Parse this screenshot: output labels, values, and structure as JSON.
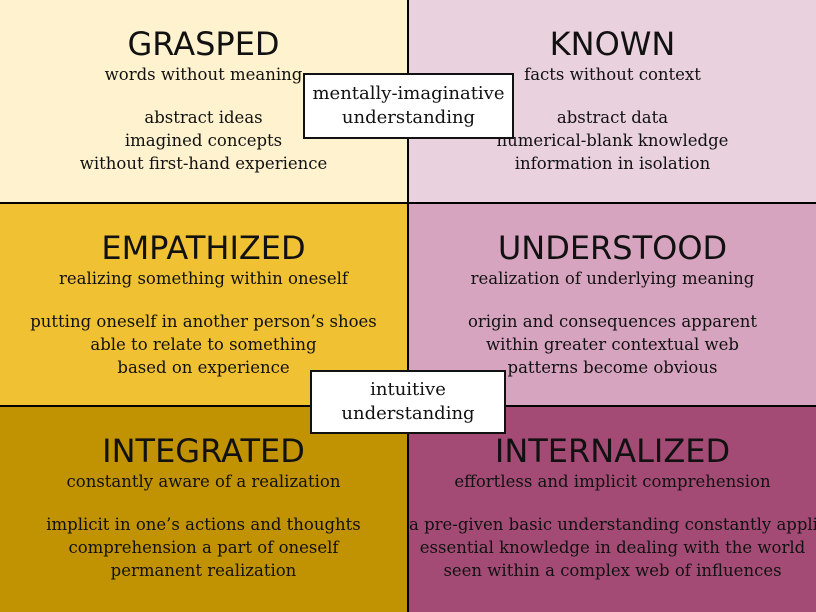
{
  "quadrants": [
    {
      "title": "GRASPED",
      "subtitle": "words without meaning",
      "lines": [
        "abstract ideas",
        "imagined concepts",
        "without first-hand experience"
      ]
    },
    {
      "title": "KNOWN",
      "subtitle": "facts without context",
      "lines": [
        "abstract data",
        "numerical-blank knowledge",
        "information in isolation"
      ]
    },
    {
      "title": "EMPATHIZED",
      "subtitle": "realizing something within oneself",
      "lines": [
        "putting oneself in another person’s shoes",
        "able to relate to something",
        "based on experience"
      ]
    },
    {
      "title": "UNDERSTOOD",
      "subtitle": "realization of underlying meaning",
      "lines": [
        "origin and consequences apparent",
        "within greater contextual web",
        "patterns become obvious"
      ]
    },
    {
      "title": "INTEGRATED",
      "subtitle": "constantly aware of a realization",
      "lines": [
        "implicit in one’s actions and thoughts",
        "comprehension a part of oneself",
        "permanent realization"
      ]
    },
    {
      "title": "INTERNALIZED",
      "subtitle": "effortless and implicit comprehension",
      "lines": [
        "a pre-given basic understanding constantly applied",
        "essential knowledge in dealing with the world",
        "seen within a complex web of influences"
      ]
    }
  ],
  "labels": [
    {
      "line1": "mentally-imaginative",
      "line2": "understanding"
    },
    {
      "line1": "intuitive",
      "line2": "understanding"
    }
  ]
}
